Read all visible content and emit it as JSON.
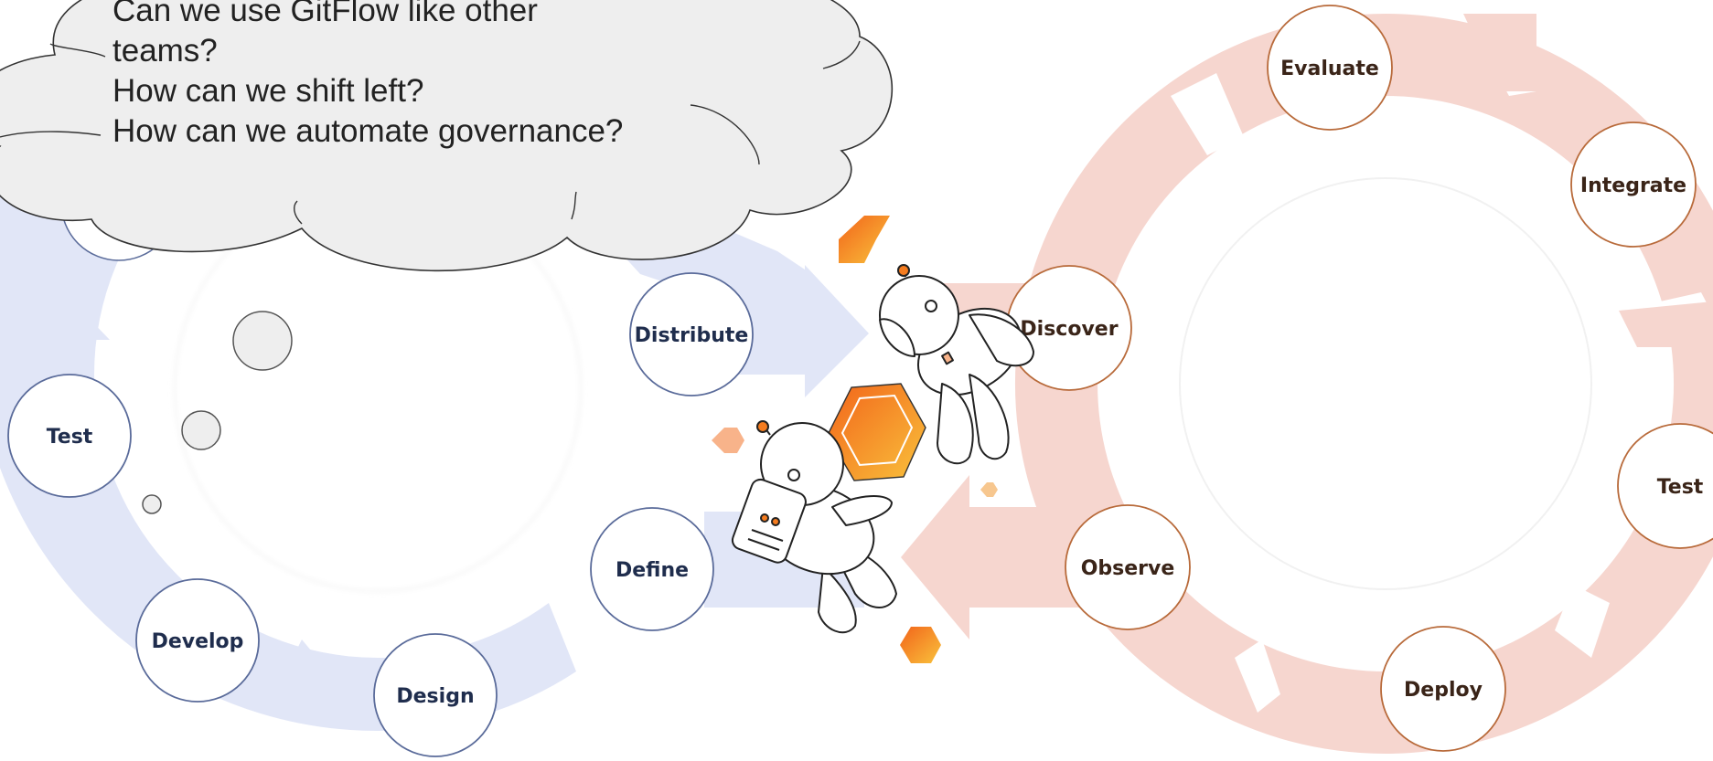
{
  "thought_cloud": {
    "lines": [
      "Can we use GitFlow like other",
      "teams?",
      "How can we shift left?",
      "How can we automate governance?"
    ]
  },
  "left_cycle": {
    "color": "#e1e6f7",
    "stroke": "#5a6b9a",
    "text_color": "#1f2d4d",
    "nodes": {
      "distribute": "Distribute",
      "test": "Test",
      "define": "Define",
      "develop": "Develop",
      "design": "Design"
    }
  },
  "right_cycle": {
    "color": "#f6d6cf",
    "stroke": "#b86a3a",
    "text_color": "#3a2418",
    "nodes": {
      "evaluate": "Evaluate",
      "integrate": "Integrate",
      "discover": "Discover",
      "test": "Test",
      "observe": "Observe",
      "deploy": "Deploy"
    }
  },
  "accent_colors": {
    "hexagon_orange": "#f57c1f",
    "hexagon_yellow": "#f9c23c"
  }
}
